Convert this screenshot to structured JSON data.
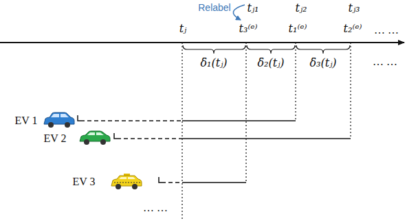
{
  "diagram": {
    "labels": [
      "Relabel",
      "tⱼ₁",
      "tⱼ₂",
      "tⱼ₃",
      "tⱼ",
      "t₃⁽ᵉ⁾",
      "t₁⁽ᵉ⁾",
      "t₂⁽ᵉ⁾",
      "… …",
      "δ̄₁(tⱼ)",
      "δ̄₂(tⱼ)",
      "δ̄₃(tⱼ)",
      "… …",
      "EV 1",
      "EV 2",
      "EV 3",
      "… …"
    ]
  }
}
